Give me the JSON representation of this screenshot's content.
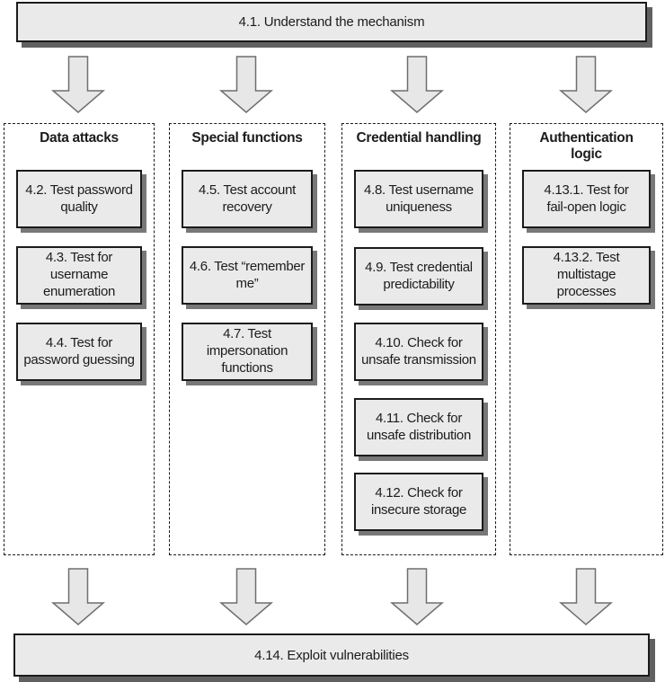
{
  "figure": {
    "start_box": {
      "label": "4.1. Understand the mechanism"
    },
    "end_box": {
      "label": "4.14. Exploit vulnerabilities"
    },
    "columns": [
      {
        "header": "Data attacks",
        "boxes": [
          "4.2. Test password quality",
          "4.3. Test for username enumeration",
          "4.4. Test for password guessing"
        ]
      },
      {
        "header": "Special functions",
        "boxes": [
          "4.5. Test account recovery",
          "4.6. Test “remember me”",
          "4.7. Test impersonation functions"
        ]
      },
      {
        "header": "Credential handling",
        "boxes": [
          "4.8. Test username uniqueness",
          "4.9. Test credential predictability",
          "4.10. Check for unsafe transmission",
          "4.11. Check for unsafe distribution",
          "4.12. Check for insecure storage"
        ]
      },
      {
        "header": "Authentication logic",
        "boxes": [
          "4.13.1. Test for fail-open logic",
          "4.13.2. Test multistage processes"
        ]
      }
    ],
    "colors": {
      "box_fill": "#eaeaea",
      "box_border": "#1b1b1b",
      "box_shadow": "#787878",
      "banner_shadow": "#606060",
      "arrow_fill": "#e7e7e7",
      "arrow_outline": "#6f6f6f",
      "dashed_outline": "#1a1a1a",
      "text": "#1c1c1c"
    }
  }
}
